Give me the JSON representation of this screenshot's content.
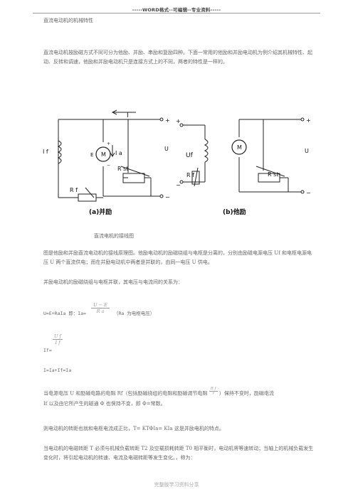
{
  "header": {
    "text": "-----WORD格式--可编辑--专业资料-----"
  },
  "section_title": "直流电动机的机械特性",
  "intro": "直流电动机按励磁方式不同可分为他励、并励、串励和复励四种。下面一常用的他励和并励电动机为例介绍其机械特性、起动、反转和调速，他励和并励电动机只是连接方式上的不同，两者的特性是一样的。",
  "figure": {
    "left_circuit": {
      "labels": {
        "current_I": "I",
        "motor": "M",
        "emf": "E",
        "if_label": "I f",
        "ia_label": "I a",
        "voltage_U": "U",
        "rst": "R st",
        "rf": "R f",
        "plus_top": "+",
        "minus_bottom": "−",
        "plus_motor": "+",
        "minus_motor": "−"
      },
      "caption": "(a)并励"
    },
    "right_circuit": {
      "labels": {
        "motor": "M",
        "uf": "Uf",
        "rf": "R f",
        "voltage_U": "U",
        "rst": "R st",
        "plus_left": "+",
        "minus_left": "−",
        "plus_right": "+",
        "minus_right": "−"
      },
      "caption": "(b)他励"
    }
  },
  "figure_title": "直流电机的接线图",
  "para2": "图是他励和并励直流电动机的接线原理图。他励电动机的励磁绕组与电枢是分离的，分别由励磁电源电压 Uf 和电枢电源电压 U 两个直流供电；而在并励电动机中两者是并联的，由同一电压 U 供电。",
  "para3": "并励电动机的励磁绕组与电枢并联，其电压与电流间的关系为：",
  "eq1": {
    "lhs": "U=E+RaIa  即：Ia=",
    "frac_num": "U − E",
    "frac_den": "R a",
    "note": "（Ra 为电枢电压）"
  },
  "eq2": {
    "lhs": "If=",
    "frac_num": "U f",
    "frac_den": "I f"
  },
  "eq3": "I=Ia+If≈Ia",
  "para4_a": "当电源电压 U 和励磁电路的电阻 Rf（包括励磁绕组的电阻和励磁调节电阻",
  "para4_frac": {
    "num": "R f",
    "den": "r"
  },
  "para4_b": "）保持不变时，励磁电流",
  "para4_c": "If 以及由它所产生的磁通 Φ 也保持不变，即 Φ=常数。",
  "para5": "则电动机的转距也就和电枢电流成正比，T= KTΦIa= KIa 这是并励电机的特点。",
  "para6": "当电动机的电磁转距 T 必须与机械负载转距 T2 及空载损耗转距 T0 相平衡时，电动机将等速转动；当轴上的机械负载发生变化时，将引起电动机的转速、电流及电磁转距等发生变化。，称为：",
  "footer": "完整版学习资料分享"
}
